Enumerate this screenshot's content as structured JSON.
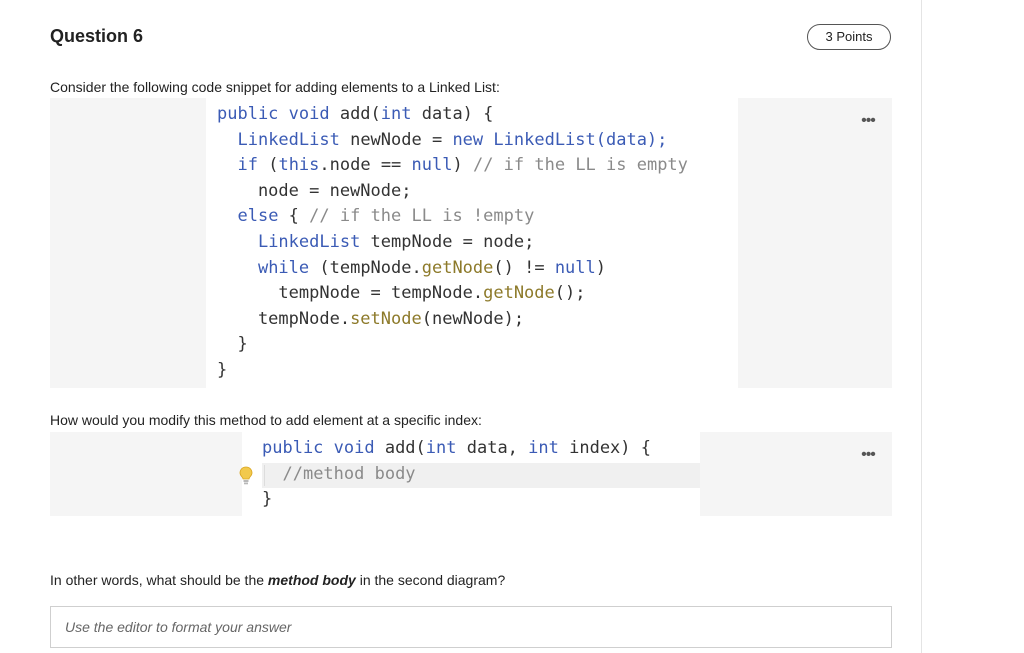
{
  "question": {
    "title": "Question 6",
    "points": "3 Points"
  },
  "prompts": {
    "first": "Consider the following code snippet for adding elements to a Linked List:",
    "second": "How would you modify this method to add element at a specific index:",
    "third_before": "In other words, what should be the ",
    "third_emphasis": "method body",
    "third_after": " in the second diagram?"
  },
  "code_block_1": [
    [
      {
        "t": "public void ",
        "c": "kw"
      },
      {
        "t": "add("
      },
      {
        "t": "int",
        "c": "kw"
      },
      {
        "t": " data) {"
      }
    ],
    [
      {
        "t": "  "
      },
      {
        "t": "LinkedList",
        "c": "kw"
      },
      {
        "t": " newNode = "
      },
      {
        "t": "new",
        "c": "kw"
      },
      {
        "t": " "
      },
      {
        "t": "LinkedList(data);",
        "c": "kw"
      }
    ],
    [
      {
        "t": "  "
      },
      {
        "t": "if",
        "c": "kw"
      },
      {
        "t": " ("
      },
      {
        "t": "this",
        "c": "kw"
      },
      {
        "t": ".node == "
      },
      {
        "t": "null",
        "c": "kw"
      },
      {
        "t": ") "
      },
      {
        "t": "// if the LL is empty",
        "c": "cm"
      }
    ],
    [
      {
        "t": "    node = newNode;"
      }
    ],
    [
      {
        "t": "  "
      },
      {
        "t": "else",
        "c": "kw"
      },
      {
        "t": " { "
      },
      {
        "t": "// if the LL is !empty",
        "c": "cm"
      }
    ],
    [
      {
        "t": "    "
      },
      {
        "t": "LinkedList",
        "c": "kw"
      },
      {
        "t": " tempNode = node;"
      }
    ],
    [
      {
        "t": "    "
      },
      {
        "t": "while",
        "c": "kw"
      },
      {
        "t": " (tempNode."
      },
      {
        "t": "getNode",
        "c": "fn"
      },
      {
        "t": "() != "
      },
      {
        "t": "null",
        "c": "kw"
      },
      {
        "t": ")"
      }
    ],
    [
      {
        "t": "      tempNode = tempNode."
      },
      {
        "t": "getNode",
        "c": "fn"
      },
      {
        "t": "();"
      }
    ],
    [
      {
        "t": "    tempNode."
      },
      {
        "t": "setNode",
        "c": "fn"
      },
      {
        "t": "(newNode);"
      }
    ],
    [
      {
        "t": "  }"
      }
    ],
    [
      {
        "t": "}"
      }
    ]
  ],
  "code_block_2": [
    [
      {
        "t": "public void ",
        "c": "kw"
      },
      {
        "t": "add("
      },
      {
        "t": "int",
        "c": "kw"
      },
      {
        "t": " data, "
      },
      {
        "t": "int",
        "c": "kw"
      },
      {
        "t": " index) {"
      }
    ],
    [
      {
        "t": "  "
      },
      {
        "t": "//method body",
        "c": "cm"
      }
    ],
    [
      {
        "t": "}"
      }
    ]
  ],
  "more_menu_label": "•••",
  "answer": {
    "placeholder": "Use the editor to format your answer",
    "value": ""
  },
  "colors": {
    "keyword": "#3b5bb5",
    "comment": "#8a8a8a",
    "method": "#8d7a2a",
    "frame_background": "#f5f5f5",
    "bulb": "#f2c94c"
  },
  "icons": {
    "bulb": "lightbulb-icon",
    "more": "more-options-icon"
  }
}
